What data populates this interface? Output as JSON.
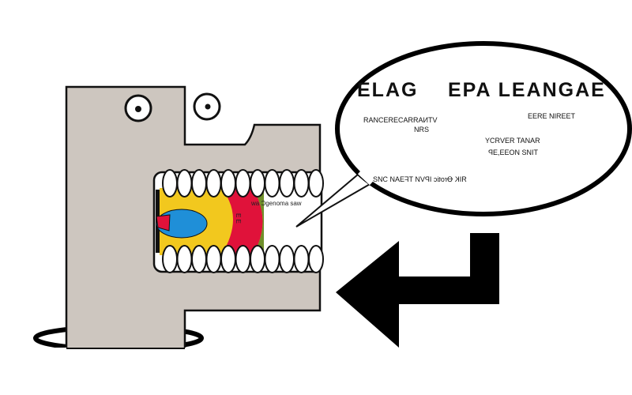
{
  "bubble": {
    "title_left": "ELAG",
    "title_right": "EPA LEANGAE",
    "lines": [
      "VTNAЯЯAƆƎЯƎƆИAЯ",
      "ƧЯИ",
      "TƎƎЯIИ ƎЯƎƎ",
      "ЯAИAT ЯƎVЯƆY",
      "TIИƧ ИOƎƎ,ƎP",
      "ЯIK Ꝋrotic IPVИ TFƎAИ ƆИƧ"
    ]
  },
  "mouth": {
    "text": "wa Ɔgenoma ѕaw",
    "label_red": "E E"
  },
  "colors": {
    "body": "#cdc6bf",
    "outline": "#111111",
    "yellow": "#f2c81e",
    "red": "#e0123a",
    "green": "#6f8f2a",
    "blue": "#1f8fd8"
  }
}
